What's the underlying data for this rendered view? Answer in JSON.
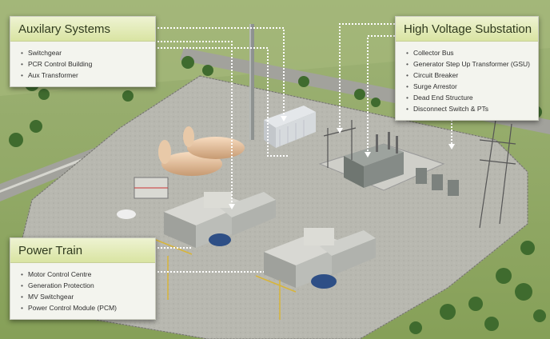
{
  "callouts": {
    "auxiliary": {
      "title": "Auxilary Systems",
      "items": [
        "Switchgear",
        "PCR Control Building",
        "Aux Transformer"
      ]
    },
    "substation": {
      "title": "High Voltage Substation",
      "items": [
        "Collector Bus",
        "Generator Step Up Transformer (GSU)",
        "Circuit Breaker",
        "Surge Arrestor",
        "Dead End Structure",
        "Disconnect Switch & PTs"
      ]
    },
    "power_train": {
      "title": "Power Train",
      "items": [
        "Motor Control Centre",
        "Generation Protection",
        "MV Switchgear",
        "Power Control Module (PCM)"
      ]
    }
  },
  "colors": {
    "grass": "#8fa95a",
    "gravel": "#b9b9b1",
    "road": "#9a9a94",
    "callout_header": "#dfe7ad",
    "leader_line": "#ffffff"
  }
}
